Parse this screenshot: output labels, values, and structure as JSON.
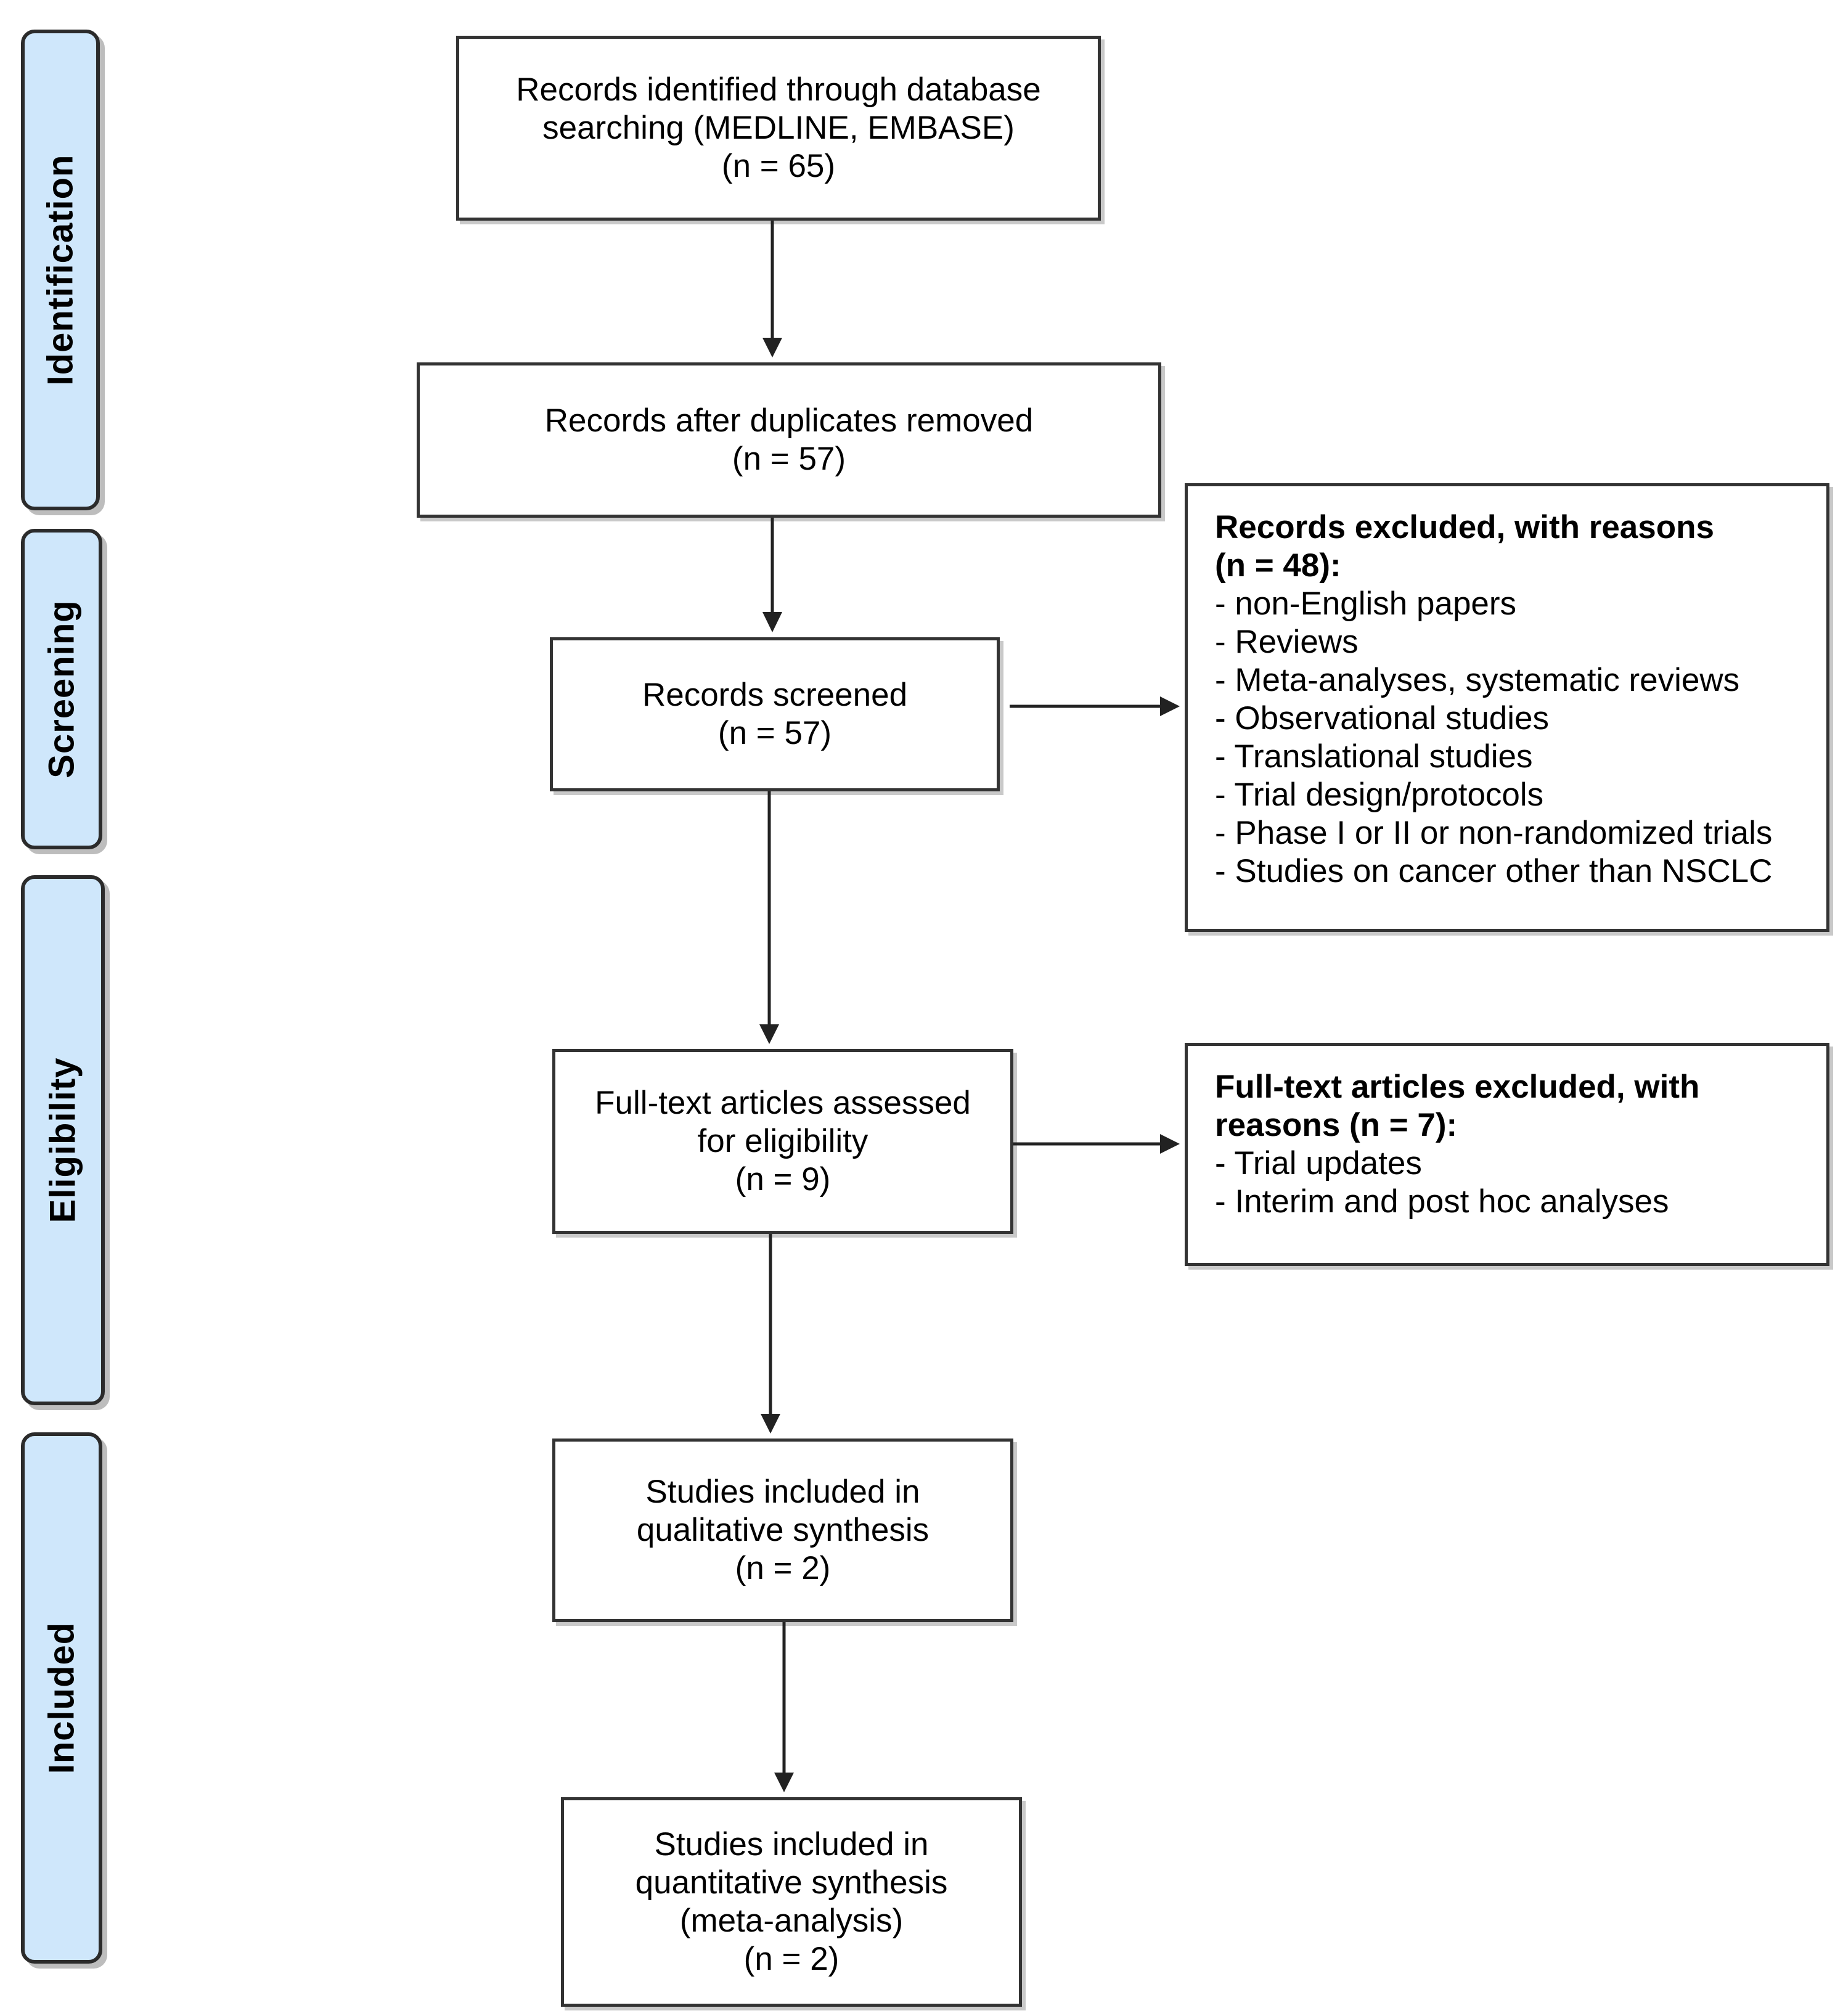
{
  "phases": {
    "identification": "Identification",
    "screening": "Screening",
    "eligibility": "Eligibility",
    "included": "Included"
  },
  "boxes": {
    "identified": {
      "lines": [
        "Records identified through database",
        "searching (MEDLINE, EMBASE)",
        "(n = 65)"
      ]
    },
    "deduplicated": {
      "lines": [
        "Records after duplicates removed",
        "(n = 57)"
      ]
    },
    "screened": {
      "lines": [
        "Records screened",
        "(n = 57)"
      ]
    },
    "fulltext": {
      "lines": [
        "Full-text articles assessed",
        "for eligibility",
        "(n = 9)"
      ]
    },
    "qualitative": {
      "lines": [
        "Studies included in",
        "qualitative synthesis",
        "(n = 2)"
      ]
    },
    "quantitative": {
      "lines": [
        "Studies included in",
        "quantitative synthesis",
        "(meta-analysis)",
        "(n = 2)"
      ]
    }
  },
  "excluded_records": {
    "heading": [
      "Records excluded, with reasons",
      "(n = 48):"
    ],
    "items": [
      "- non-English papers",
      "- Reviews",
      "- Meta-analyses, systematic reviews",
      "- Observational studies",
      "- Translational studies",
      "- Trial design/protocols",
      "- Phase I or II or non-randomized trials",
      "- Studies on cancer other than NSCLC"
    ]
  },
  "excluded_fulltext": {
    "heading": [
      "Full-text articles excluded, with",
      "reasons (n = 7):"
    ],
    "items": [
      "- Trial updates",
      "- Interim and post hoc analyses"
    ]
  }
}
